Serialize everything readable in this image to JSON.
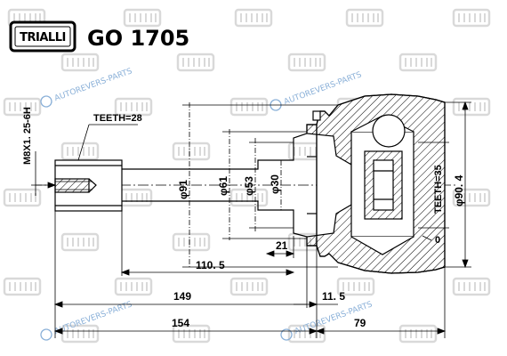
{
  "header": {
    "logo_text": "TRIALLI",
    "part_number": "GO 1705"
  },
  "watermark": {
    "text": "AUTOREVERS-PARTS"
  },
  "labels": {
    "thread": "M8X1. 25-6H",
    "teeth_outer": "TEETH=28",
    "teeth_inner": "TEETH=35",
    "o_ring": "0"
  },
  "diameters": {
    "d91": "φ91",
    "d61": "φ61",
    "d53": "φ53",
    "d30": "φ30",
    "d90_4": "φ90. 4"
  },
  "lengths": {
    "l21": "21",
    "l110_5": "110. 5",
    "l149": "149",
    "l11_5": "11. 5",
    "l154": "154",
    "l79": "79"
  },
  "colors": {
    "line": "#000000",
    "watermark": "#8ab0d8",
    "wm_logo": "#d6d6d6"
  }
}
